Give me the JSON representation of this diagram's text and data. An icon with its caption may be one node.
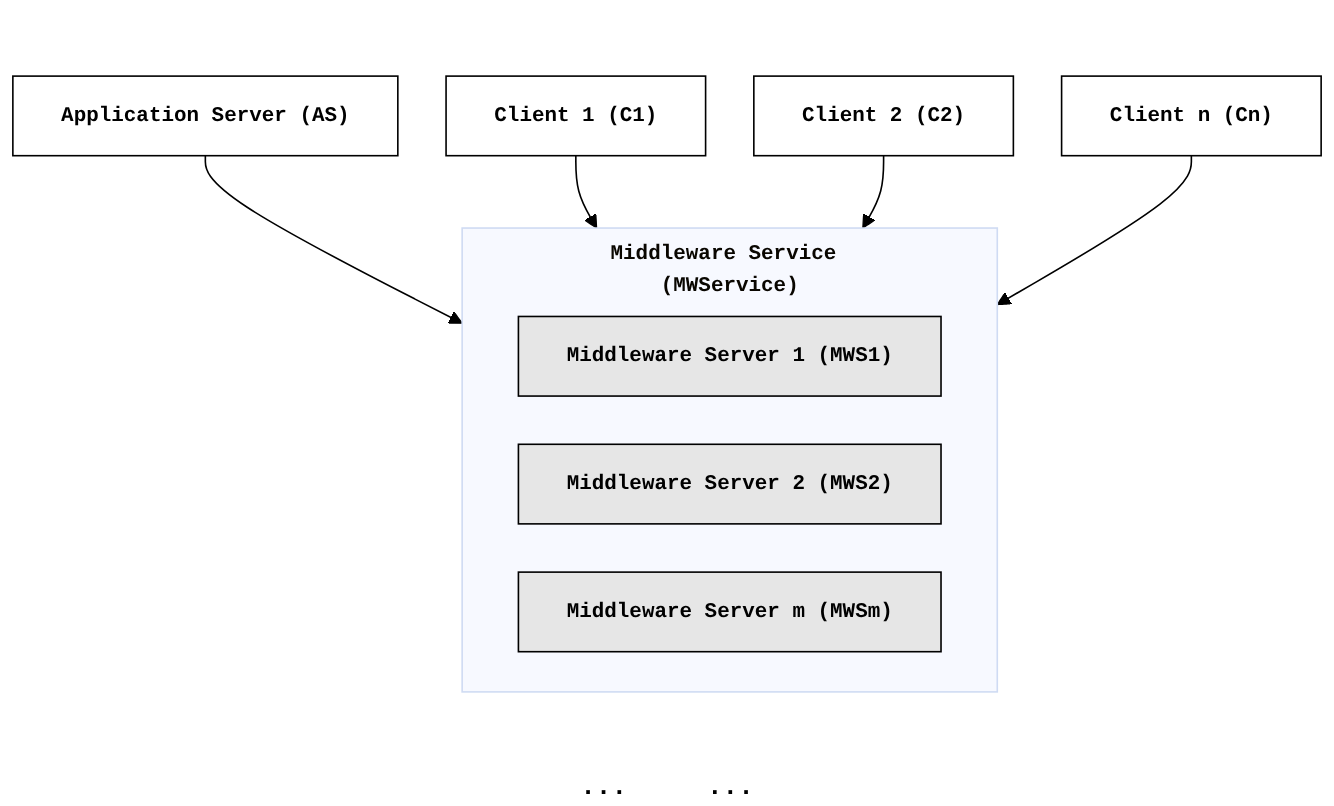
{
  "diagram": {
    "nodes": [
      {
        "text": [
          "Application Server (AS)"
        ]
      },
      {
        "text": [
          "Middleware Service (MWService)"
        ]
      },
      {
        "text": [
          "Middleware Server 1 (MWS1)"
        ],
        "in": 1
      },
      {
        "text": [
          "Middleware Server 2 (MWS2)"
        ],
        "in": 1
      },
      {
        "text": [
          "Middleware Server m (MWSm)"
        ],
        "in": 1
      },
      {
        "text": [
          "Client 1 (C1)"
        ]
      },
      {
        "text": [
          "Client 2 (C2)"
        ]
      },
      {
        "text": [
          "Client n (Cn)"
        ]
      }
    ],
    "edges": [
      {
        "from": 0,
        "to": 1,
        "arrow": "to"
      },
      {
        "from": 5,
        "to": 1,
        "arrow": "to"
      },
      {
        "from": 6,
        "to": 1,
        "arrow": "to"
      },
      {
        "from": 7,
        "to": 1,
        "arrow": "to"
      }
    ],
    "labels": [
      "...",
      "..."
    ]
  }
}
